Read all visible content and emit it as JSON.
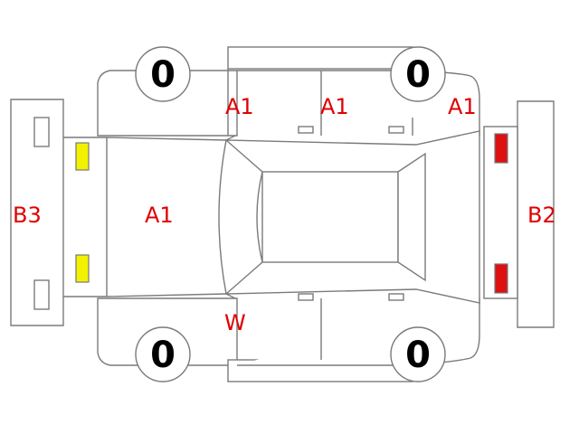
{
  "colors": {
    "outline": "#7a7a7a",
    "damage_code": "#e00000",
    "front_lamp": "#f2f200",
    "rear_lamp": "#dd1111"
  },
  "labels": {
    "roof_a_left": "A1",
    "roof_a_center": "A1",
    "roof_a_right": "A1",
    "hood": "A1",
    "windshield": "W",
    "front_bumper": "B3",
    "rear_bumper": "B2"
  },
  "tires": {
    "front_left": "0",
    "front_right": "0",
    "rear_left": "0",
    "rear_right": "0"
  }
}
